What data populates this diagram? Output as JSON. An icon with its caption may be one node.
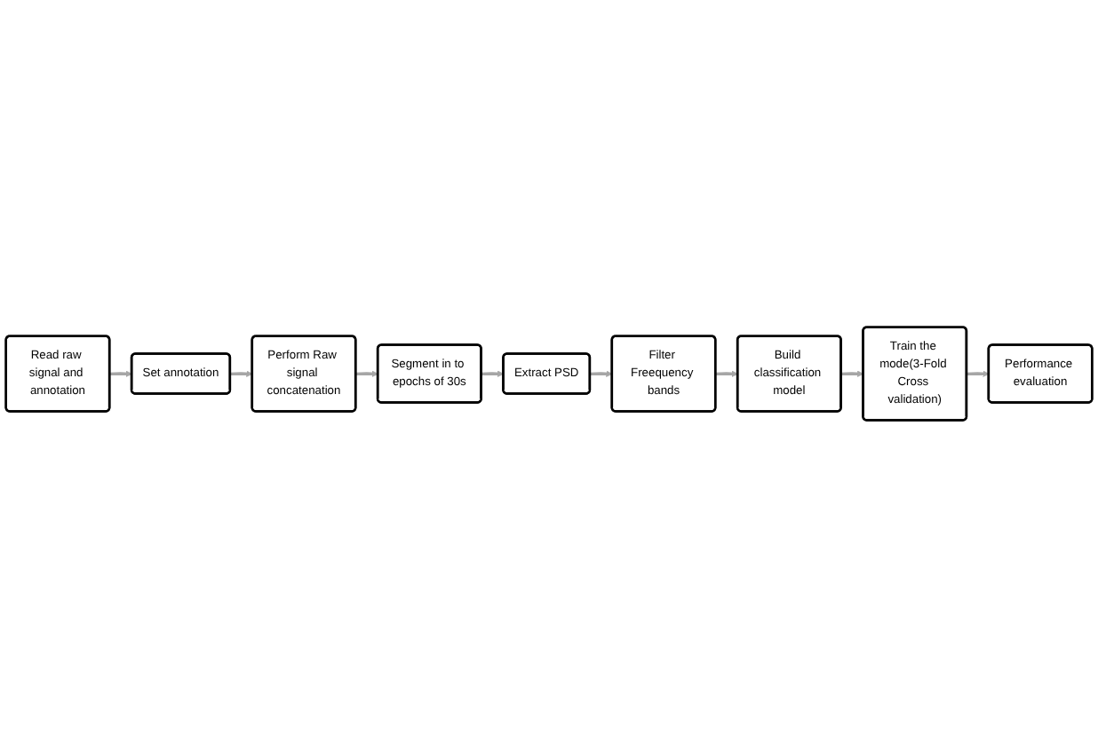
{
  "diagram": {
    "nodes": [
      {
        "text": [
          "Read raw signal and annotation"
        ]
      },
      {
        "text": [
          "Set annotation"
        ]
      },
      {
        "text": [
          "Perform Raw signal concatenation"
        ]
      },
      {
        "text": [
          "Segment in to epochs of 30s"
        ]
      },
      {
        "text": [
          "Extract PSD"
        ]
      },
      {
        "text": [
          "Filter Freequency bands"
        ]
      },
      {
        "text": [
          "Build classification model"
        ]
      },
      {
        "text": [
          "Train the mode(3-Fold Cross validation)"
        ]
      },
      {
        "text": [
          "Performance evaluation"
        ]
      }
    ],
    "edges": [
      {
        "from": 0,
        "to": 1,
        "arrow": "to"
      },
      {
        "from": 1,
        "to": 2,
        "arrow": "to"
      },
      {
        "from": 2,
        "to": 3,
        "arrow": "to"
      },
      {
        "from": 3,
        "to": 4,
        "arrow": "to"
      },
      {
        "from": 4,
        "to": 5,
        "arrow": "to"
      },
      {
        "from": 5,
        "to": 6,
        "arrow": "to"
      },
      {
        "from": 6,
        "to": 7,
        "arrow": "to"
      },
      {
        "from": 7,
        "to": 8,
        "arrow": "to"
      }
    ]
  }
}
